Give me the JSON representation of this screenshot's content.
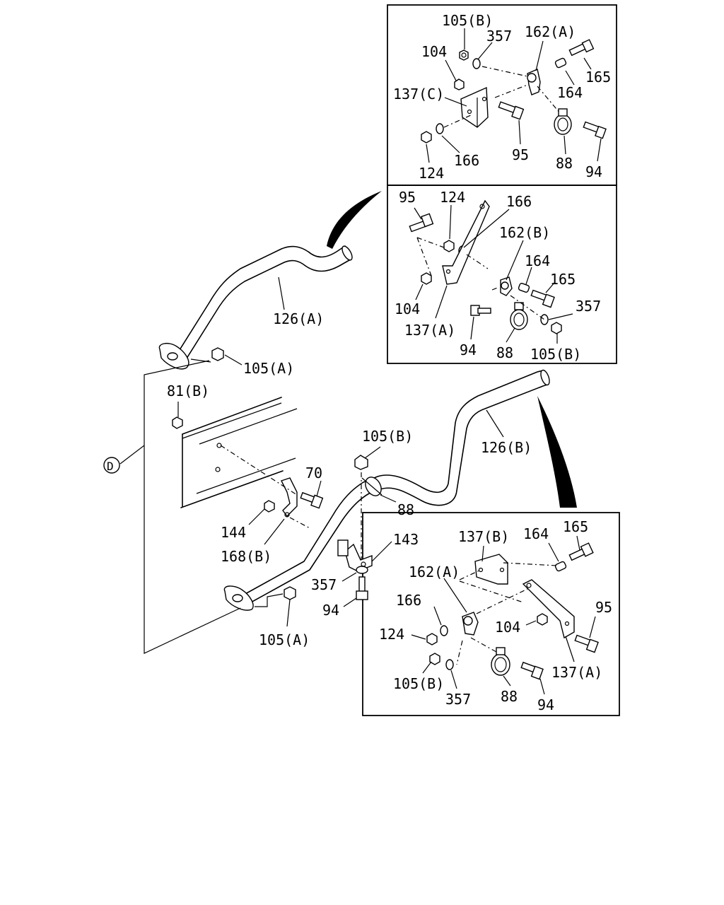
{
  "main": {
    "ref_circle": "D",
    "labels": {
      "p126a": "126(A)",
      "p105a_top": "105(A)",
      "p81b": "81(B)",
      "p105b_mid": "105(B)",
      "p126b": "126(B)",
      "p70": "70",
      "p88": "88",
      "p144": "144",
      "p168b": "168(B)",
      "p143": "143",
      "p357": "357",
      "p94": "94",
      "p105a_bot": "105(A)"
    }
  },
  "detail_top": {
    "labels": {
      "p105b": "105(B)",
      "p357": "357",
      "p162a": "162(A)",
      "p104": "104",
      "p165": "165",
      "p137c": "137(C)",
      "p164": "164",
      "p124": "124",
      "p166": "166",
      "p95": "95",
      "p88": "88",
      "p94": "94"
    }
  },
  "detail_mid": {
    "labels": {
      "p95": "95",
      "p124": "124",
      "p166": "166",
      "p162b": "162(B)",
      "p164": "164",
      "p165": "165",
      "p104": "104",
      "p357": "357",
      "p137a": "137(A)",
      "p94": "94",
      "p88": "88",
      "p105b": "105(B)"
    }
  },
  "detail_bot": {
    "labels": {
      "p137b": "137(B)",
      "p164": "164",
      "p165": "165",
      "p162a": "162(A)",
      "p166": "166",
      "p95": "95",
      "p124": "124",
      "p104": "104",
      "p105b": "105(B)",
      "p357": "357",
      "p137a": "137(A)",
      "p88": "88",
      "p94": "94"
    }
  }
}
